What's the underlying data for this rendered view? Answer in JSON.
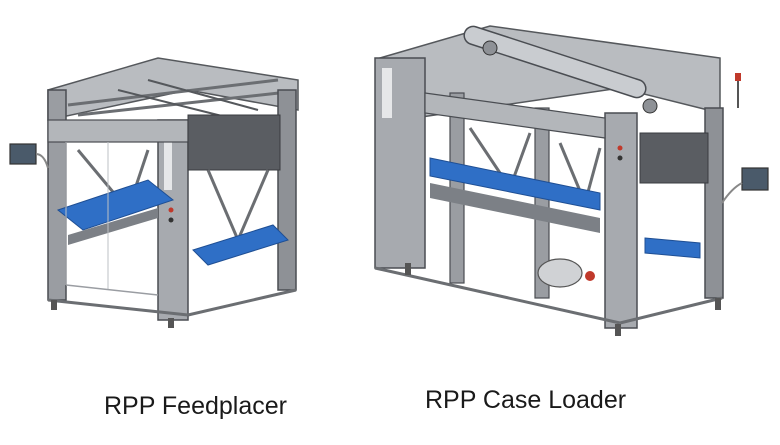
{
  "captions": {
    "feedplacer": "RPP Feedplacer",
    "caseloader": "RPP Case Loader"
  },
  "colors": {
    "frame": "#8e9196",
    "frame_dark": "#4a4d52",
    "frame_light": "#c9ccd0",
    "conveyor": "#2f6fc6",
    "background": "#ffffff"
  },
  "icons": {
    "feedplacer": "robotic-packaging-machine-illustration",
    "caseloader": "robotic-case-loader-machine-illustration"
  }
}
